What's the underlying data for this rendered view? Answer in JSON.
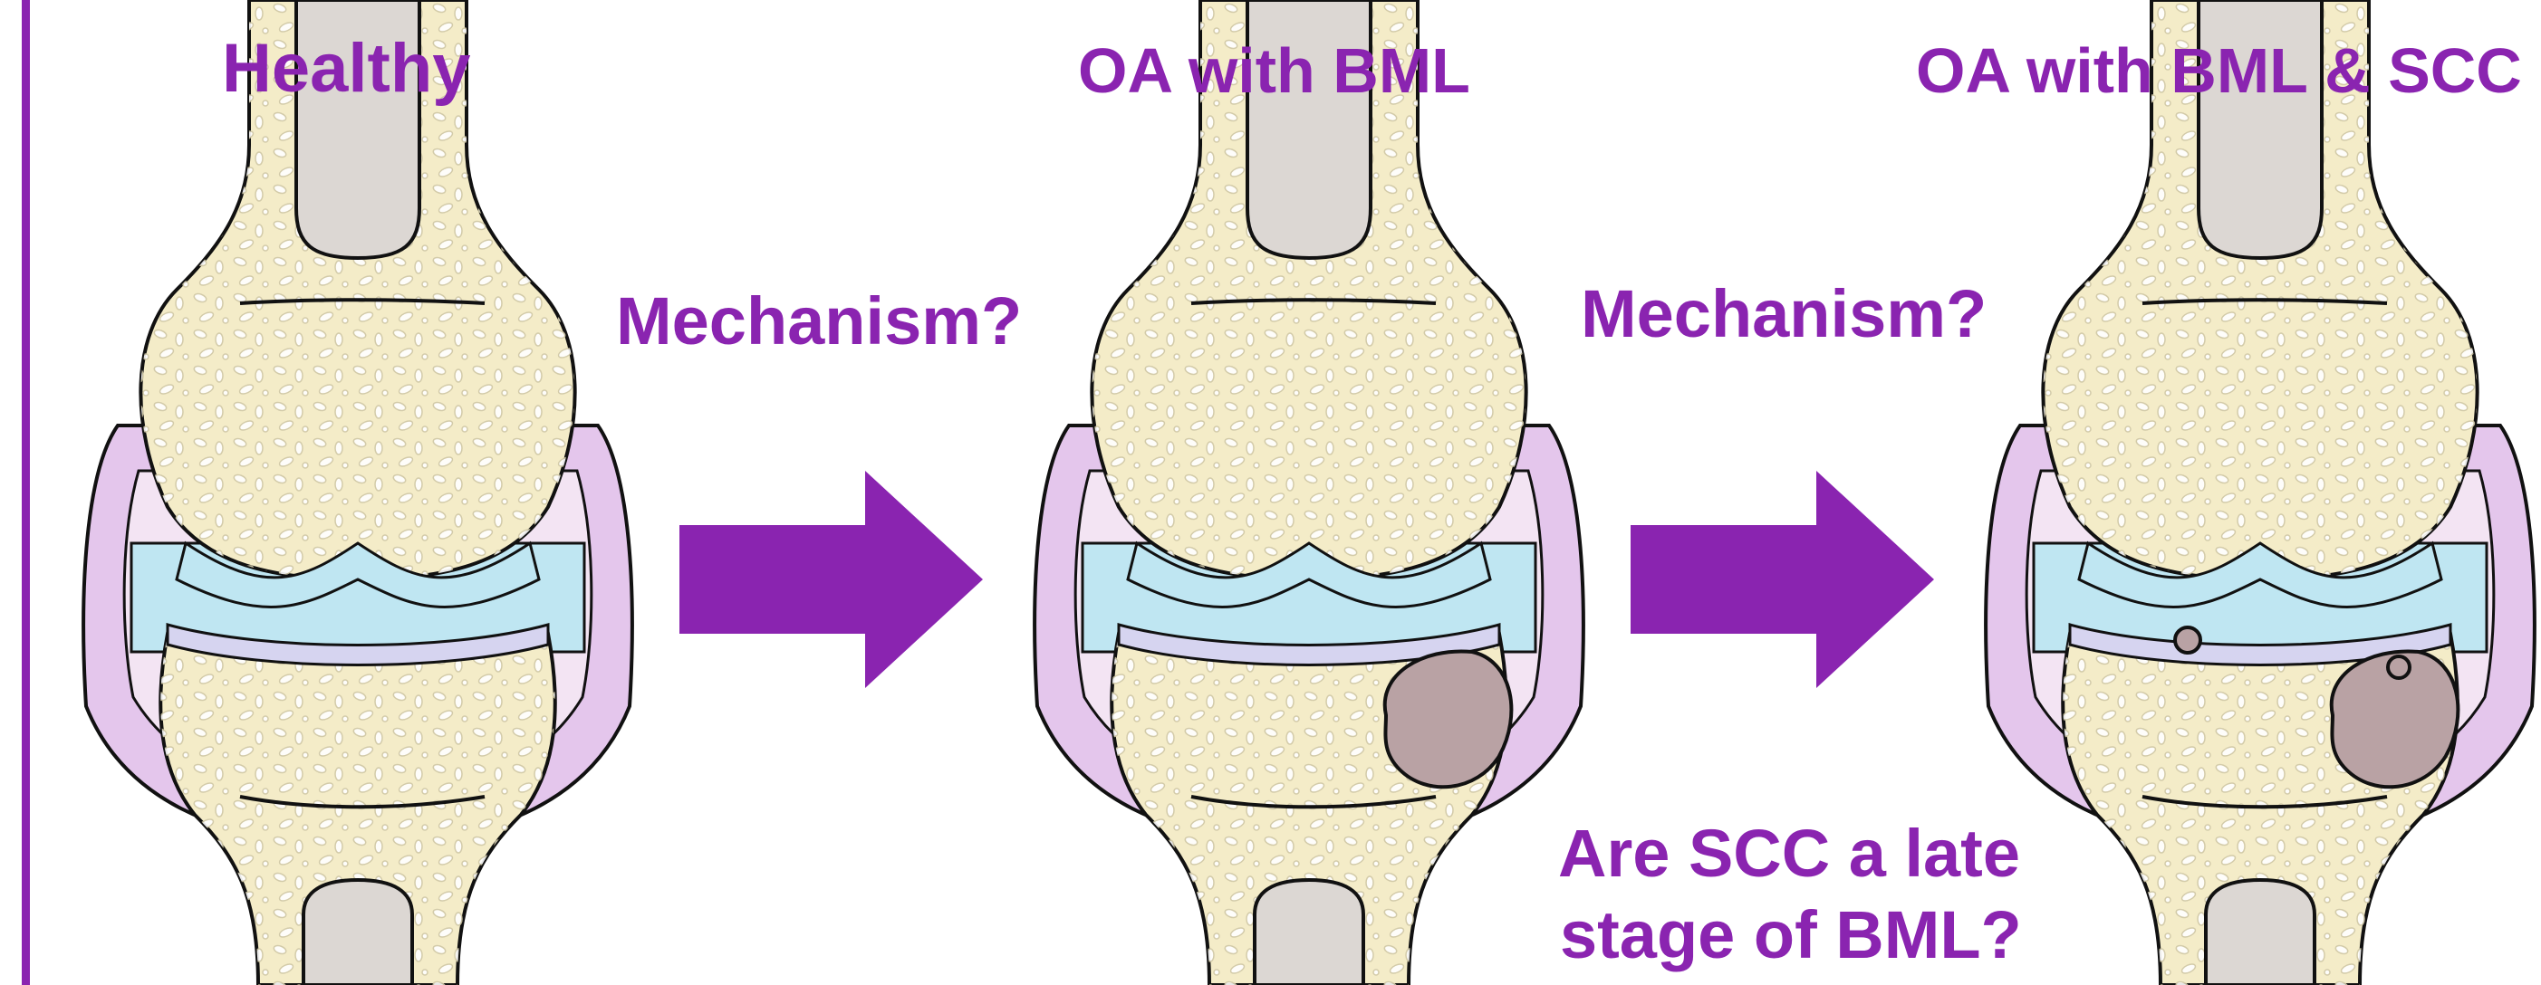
{
  "labels": {
    "healthy": "Healthy",
    "oa_bml": "OA with BML",
    "oa_bml_scc": "OA with BML & SCC",
    "mechanism_1": "Mechanism?",
    "mechanism_2": "Mechanism?",
    "question_line1": "Are SCC a late",
    "question_line2": "stage of BML?"
  },
  "colors": {
    "accent_purple": "#8a24b0",
    "bone": "#f4ecc8",
    "marrow_cavity": "#dcd7d3",
    "cartilage": "#bfe6f2",
    "capsule_lilac": "#e4c6ec",
    "lesion": "#b9a2a4",
    "outline": "#111111"
  },
  "panels": [
    {
      "name": "healthy",
      "has_bml": false,
      "has_scc": false
    },
    {
      "name": "oa-with-bml",
      "has_bml": true,
      "has_scc": false
    },
    {
      "name": "oa-with-bml-and-scc",
      "has_bml": true,
      "has_scc": true
    }
  ]
}
